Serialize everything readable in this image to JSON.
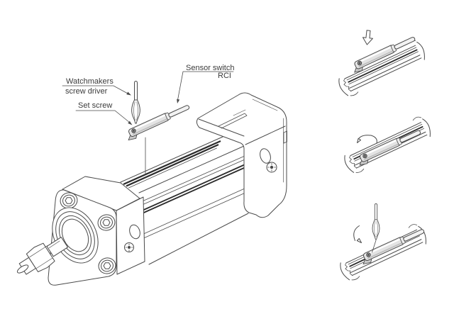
{
  "figure": {
    "callouts": {
      "watchmakers": {
        "line1": "Watchmakers",
        "line2": "screw driver"
      },
      "set_screw": {
        "label": "Set screw"
      },
      "sensor_switch": {
        "line1": "Sensor switch",
        "line2": "RCI"
      }
    },
    "colors": {
      "line": "#4a4a4a",
      "slot_dark": "#2b2b2b",
      "sensor_body": "#e3e3e3",
      "sensor_rod": "#f2f2f2",
      "background": "#ffffff"
    },
    "steps": [
      {
        "id": 1,
        "icon": "arrow-down-icon"
      },
      {
        "id": 2,
        "icon": "rotate-arrow-icon"
      },
      {
        "id": 3,
        "icon": "rotate-arrow-icon"
      }
    ]
  }
}
